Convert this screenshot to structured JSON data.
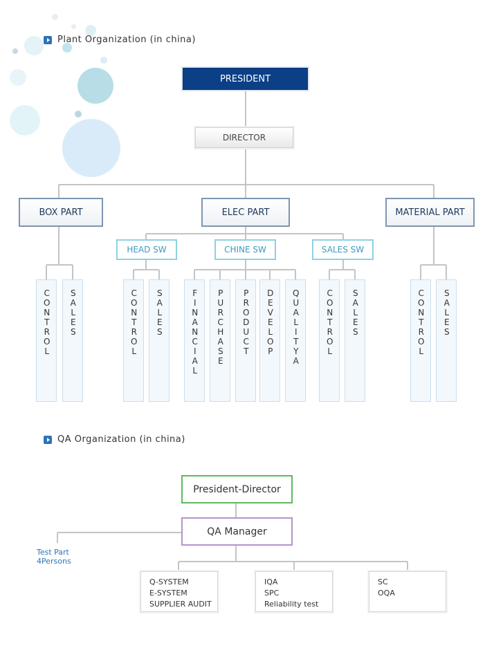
{
  "plant": {
    "title": "Plant Organization (in china)",
    "president": "PRESIDENT",
    "director": "DIRECTOR",
    "parts": {
      "box": "BOX PART",
      "elec": "ELEC PART",
      "material": "MATERIAL PART"
    },
    "sw": {
      "head": "HEAD SW",
      "chine": "CHINE SW",
      "sales": "SALES SW"
    },
    "departments": {
      "box_control": "CONTROL",
      "box_sales": "SALES",
      "head_control": "CONTROL",
      "head_sales": "SALES",
      "chine_financial": "FINANCIAL",
      "chine_purchase": "PURCHASE",
      "chine_product": "PRODUCT",
      "chine_develop": "DEVELOP",
      "chine_qualitya": "QUALITYA",
      "sales_control": "CONTROL",
      "sales_sales": "SALES",
      "material_control": "CONTROL",
      "material_sales": "SALES"
    }
  },
  "qa": {
    "title": "QA Organization (in china)",
    "president_director": "President-Director",
    "manager": "QA Manager",
    "test_part": "Test Part",
    "test_persons": "4Persons",
    "groups": {
      "g1": [
        "Q-SYSTEM",
        "E-SYSTEM",
        "SUPPLIER AUDIT"
      ],
      "g2": [
        "IQA",
        "SPC",
        "Reliability test"
      ],
      "g3": [
        "SC",
        "OQA"
      ]
    }
  },
  "colors": {
    "president": "#0b3f86",
    "part_border": "#7d95b0",
    "sw_border": "#8fd0e4",
    "qa_president_border": "#5cb85c",
    "qa_manager_border": "#b493c9"
  }
}
